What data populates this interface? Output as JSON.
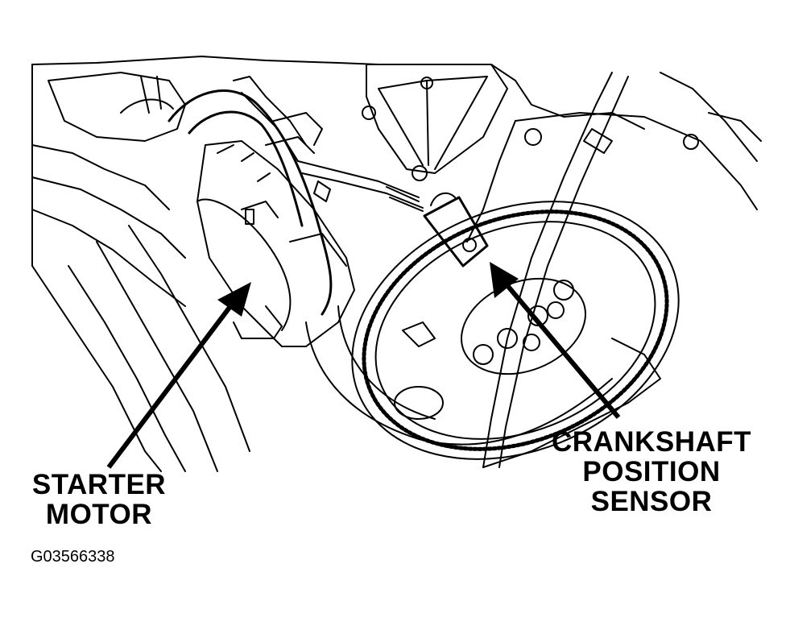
{
  "labels": {
    "starter_motor": [
      "STARTER",
      "MOTOR"
    ],
    "crankshaft_sensor": [
      "CRANKSHAFT",
      "POSITION",
      "SENSOR"
    ]
  },
  "figure_id": "G03566338"
}
